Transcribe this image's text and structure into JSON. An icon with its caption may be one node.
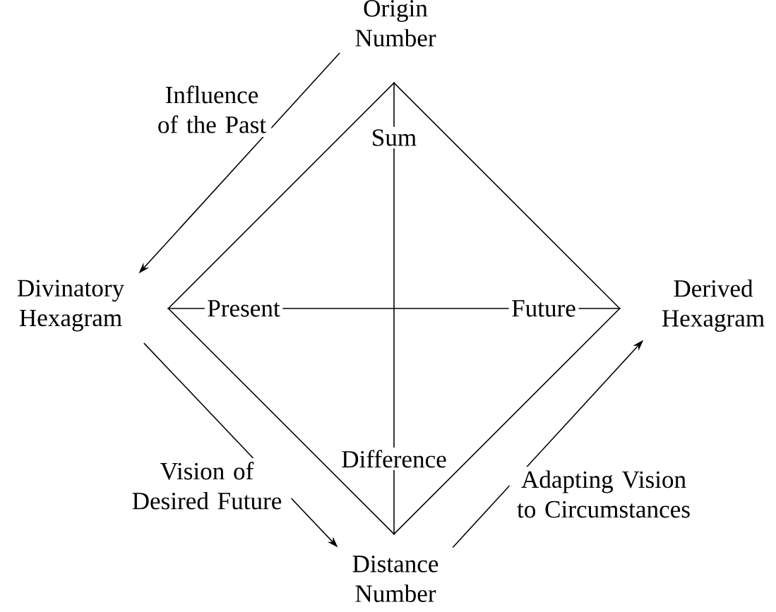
{
  "diagram": {
    "nodes": [
      {
        "text": [
          "Origin Number"
        ]
      },
      {
        "text": [
          "Divinatory Hexagram"
        ]
      },
      {
        "text": [
          "Derived Hexagram"
        ]
      },
      {
        "text": [
          "Distance Number"
        ]
      },
      {
        "text": [
          "Sum",
          "Present",
          "Future",
          "Difference"
        ]
      }
    ],
    "edges": [
      {
        "from": 0,
        "to": 1,
        "arrow": "to",
        "label": "Influence of the Past"
      },
      {
        "from": 1,
        "to": 3,
        "arrow": "to",
        "label": "Vision of Desired Future"
      },
      {
        "from": 3,
        "to": 2,
        "arrow": "to",
        "label": "Adapting Vision to Circumstances"
      }
    ]
  }
}
